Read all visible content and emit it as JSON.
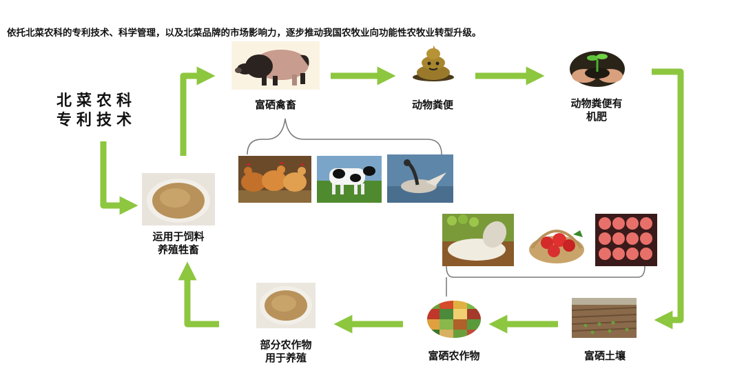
{
  "headline": "依托北菜农科的专利技术、科学管理，以及北菜品牌的市场影响力，逐步推动我国农牧业向功能性农牧业转型升级。",
  "tech_title": [
    "北菜农科",
    "专利技术"
  ],
  "nodes": {
    "selenium_livestock": "富硒禽畜",
    "manure": "动物粪便",
    "organic_fertilizer": [
      "动物粪便有",
      "机肥"
    ],
    "selenium_soil": "富硒土壤",
    "selenium_crops": "富硒农作物",
    "crops_for_breeding": [
      "部分农作物",
      "用于养殖"
    ],
    "feed_breeding": [
      "运用于饲料",
      "养殖牲畜"
    ]
  },
  "icons": {
    "pig": "pig-photo",
    "poop": "manure-icon",
    "fertilizer": "hands-soil-seedling-photo",
    "chickens": "chickens-photo",
    "cow": "cow-photo",
    "goose": "goose-photo",
    "grain_feed": "grain-feed-photo",
    "soil": "farmland-photo",
    "crops": "crops-collage-photo",
    "rice": "rice-peas-photo",
    "strawberries": "strawberries-photo",
    "apples": "apples-photo"
  },
  "colors": {
    "arrow": "#8dc63f",
    "bracket": "#777777"
  }
}
